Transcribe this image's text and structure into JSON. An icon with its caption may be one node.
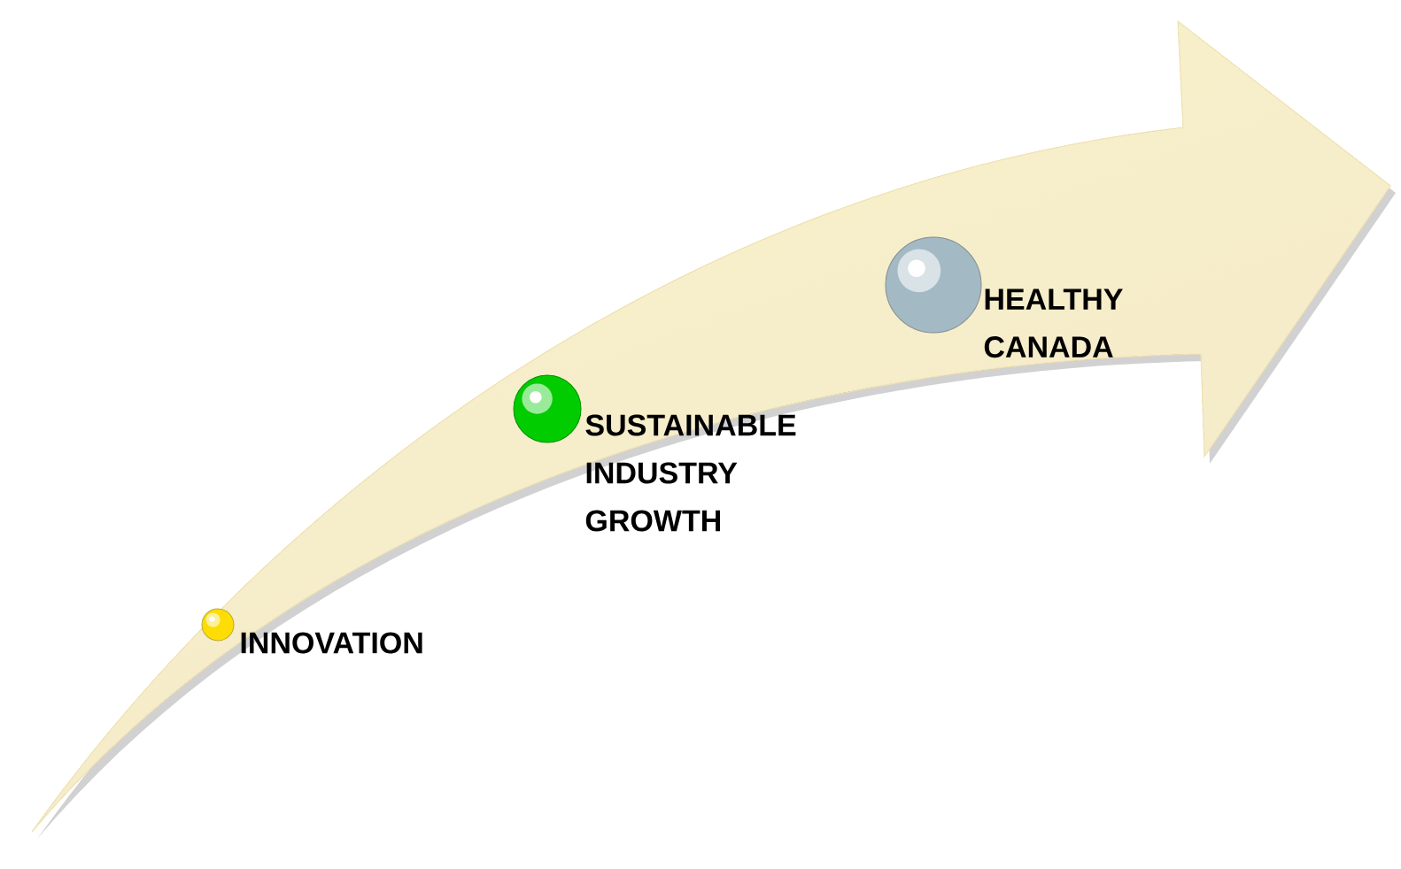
{
  "diagram": {
    "nodes": [
      {
        "text": [],
        "shape": "circle",
        "beside": [
          "INNOVATION"
        ]
      },
      {
        "text": [],
        "shape": "circle",
        "beside": [
          "SUSTAINABLE INDUSTRY GROWTH"
        ]
      },
      {
        "text": [],
        "shape": "circle",
        "beside": [
          "HEALTHY CANADA"
        ]
      }
    ]
  }
}
